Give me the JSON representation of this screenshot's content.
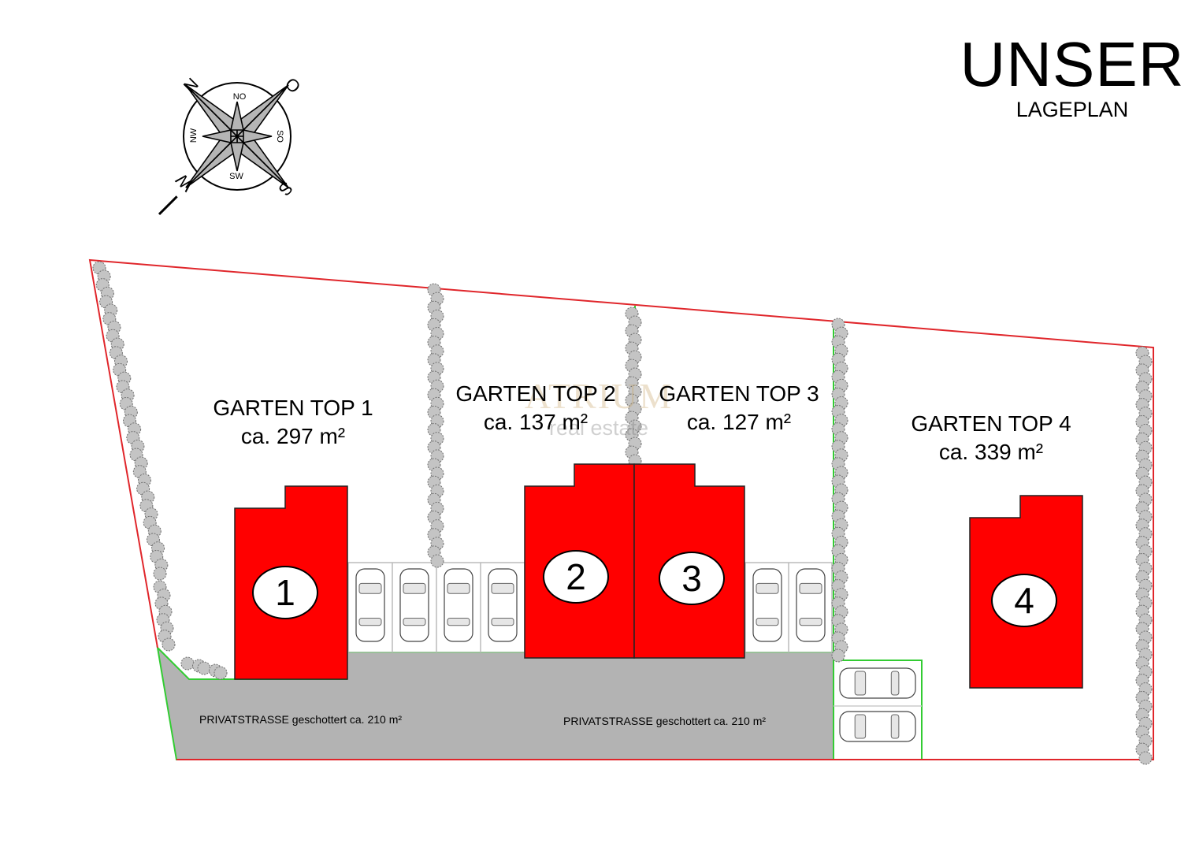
{
  "title": {
    "main": "UNSER",
    "sub": "LAGEPLAN"
  },
  "compass": {
    "cardinal": {
      "north": "N",
      "east": "O",
      "south": "S",
      "west": "W"
    },
    "intercardinal": {
      "ne": "NO",
      "se": "SO",
      "sw": "SW",
      "nw": "NW"
    }
  },
  "gardens": [
    {
      "name": "GARTEN TOP 1",
      "area": "ca. 297 m²"
    },
    {
      "name": "GARTEN TOP 2",
      "area": "ca. 137 m²"
    },
    {
      "name": "GARTEN TOP 3",
      "area": "ca. 127 m²"
    },
    {
      "name": "GARTEN TOP 4",
      "area": "ca. 339 m²"
    }
  ],
  "houses": [
    "1",
    "2",
    "3",
    "4"
  ],
  "street": {
    "label_left": "PRIVATSTRASSE geschottert ca. 210 m²",
    "label_right": "PRIVATSTRASSE geschottert ca. 210 m²"
  },
  "watermark": {
    "brand": "ATRIUM",
    "sub": "real estate"
  },
  "colors": {
    "house": "#ff0000",
    "boundary": "#e0262b",
    "street": "#b3b3b3",
    "street_border": "#33cc33",
    "hedge": "#a8a8a8",
    "compass_needle": "#b5b5b5"
  }
}
